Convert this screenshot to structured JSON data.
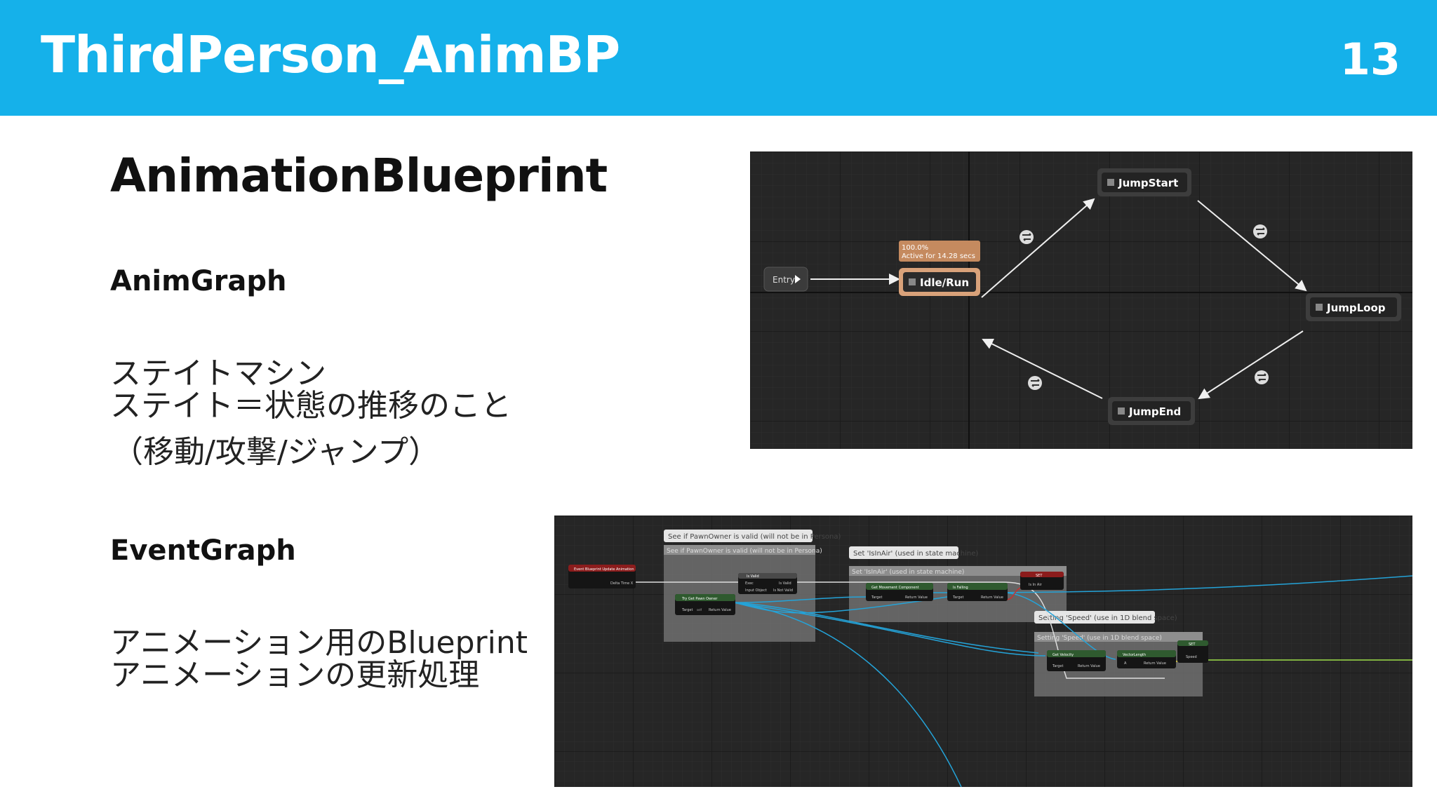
{
  "header": {
    "title": "ThirdPerson_AnimBP",
    "page_number": "13",
    "color": "#15b1ea"
  },
  "main": {
    "title": "AnimationBlueprint",
    "anim_graph": {
      "heading": "AnimGraph",
      "lines": [
        "ステイトマシン",
        "ステイト＝状態の推移のこと",
        "（移動/攻撃/ジャンプ）"
      ]
    },
    "event_graph": {
      "heading": "EventGraph",
      "lines": [
        "アニメーション用のBlueprint",
        "アニメーションの更新処理"
      ]
    }
  },
  "state_machine": {
    "entry_label": "Entry",
    "active_status": [
      "100.0%",
      "Active for 14.28 secs"
    ],
    "states": {
      "idle_run": "Idle/Run",
      "jump_start": "JumpStart",
      "jump_loop": "JumpLoop",
      "jump_end": "JumpEnd"
    },
    "transition_icon": "bidirectional-arrows-icon"
  },
  "event_graph_view": {
    "comments": {
      "pawn_valid": "See if PawnOwner is valid (will not be in Persona)",
      "set_in_air": "Set 'IsInAir' (used in state machine)",
      "set_speed": "Setting 'Speed' (use in 1D blend space)"
    },
    "nodes": {
      "event_update": "Event Blueprint Update Animation",
      "delta_time": "Delta Time X",
      "is_valid": "Is Valid",
      "exec": "Exec",
      "is_valid_out": "Is Valid",
      "input_object": "Input Object",
      "is_not_valid": "Is Not Valid",
      "try_get_pawn": "Try Get Pawn Owner",
      "target": "Target",
      "self": "self",
      "return_value": "Return Value",
      "get_movement": "Get Movement Component",
      "is_falling": "Is Falling",
      "set": "SET",
      "is_in_air": "Is In Air",
      "get_velocity": "Get Velocity",
      "vector_length": "VectorLength",
      "a": "A",
      "speed": "Speed"
    }
  }
}
